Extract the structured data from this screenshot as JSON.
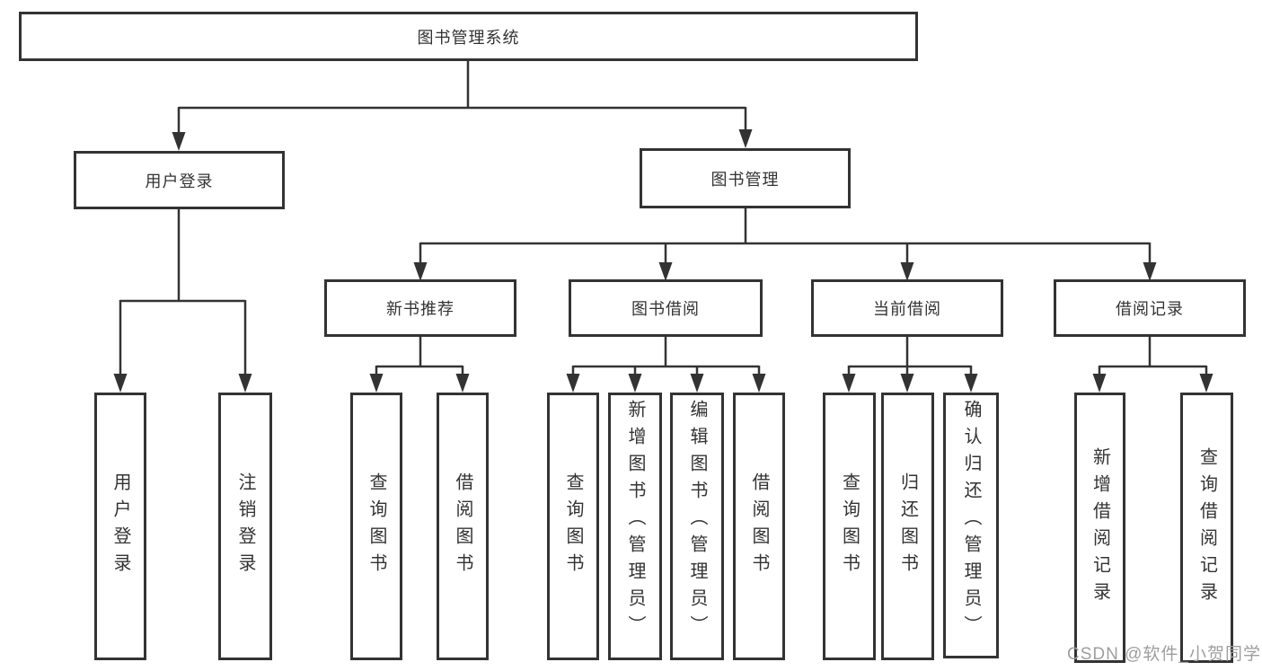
{
  "diagram": {
    "root_label": "图书管理系统",
    "branches": [
      {
        "label": "用户登录",
        "leaves": [
          "用户登录",
          "注销登录"
        ]
      },
      {
        "label": "图书管理",
        "groups": [
          {
            "label": "新书推荐",
            "leaves": [
              "查询图书",
              "借阅图书"
            ]
          },
          {
            "label": "图书借阅",
            "leaves": [
              "查询图书",
              "新增图书（管理员）",
              "编辑图书（管理员）",
              "借阅图书"
            ]
          },
          {
            "label": "当前借阅",
            "leaves": [
              "查询图书",
              "归还图书",
              "确认归还（管理员）"
            ]
          },
          {
            "label": "借阅记录",
            "leaves": [
              "新增借阅记录",
              "查询借阅记录"
            ]
          }
        ]
      }
    ]
  },
  "watermark": "CSDN @软件_小贺同学",
  "colors": {
    "line": "#333333",
    "text": "#333333",
    "watermark": "#9e9e9e",
    "background": "#ffffff"
  }
}
